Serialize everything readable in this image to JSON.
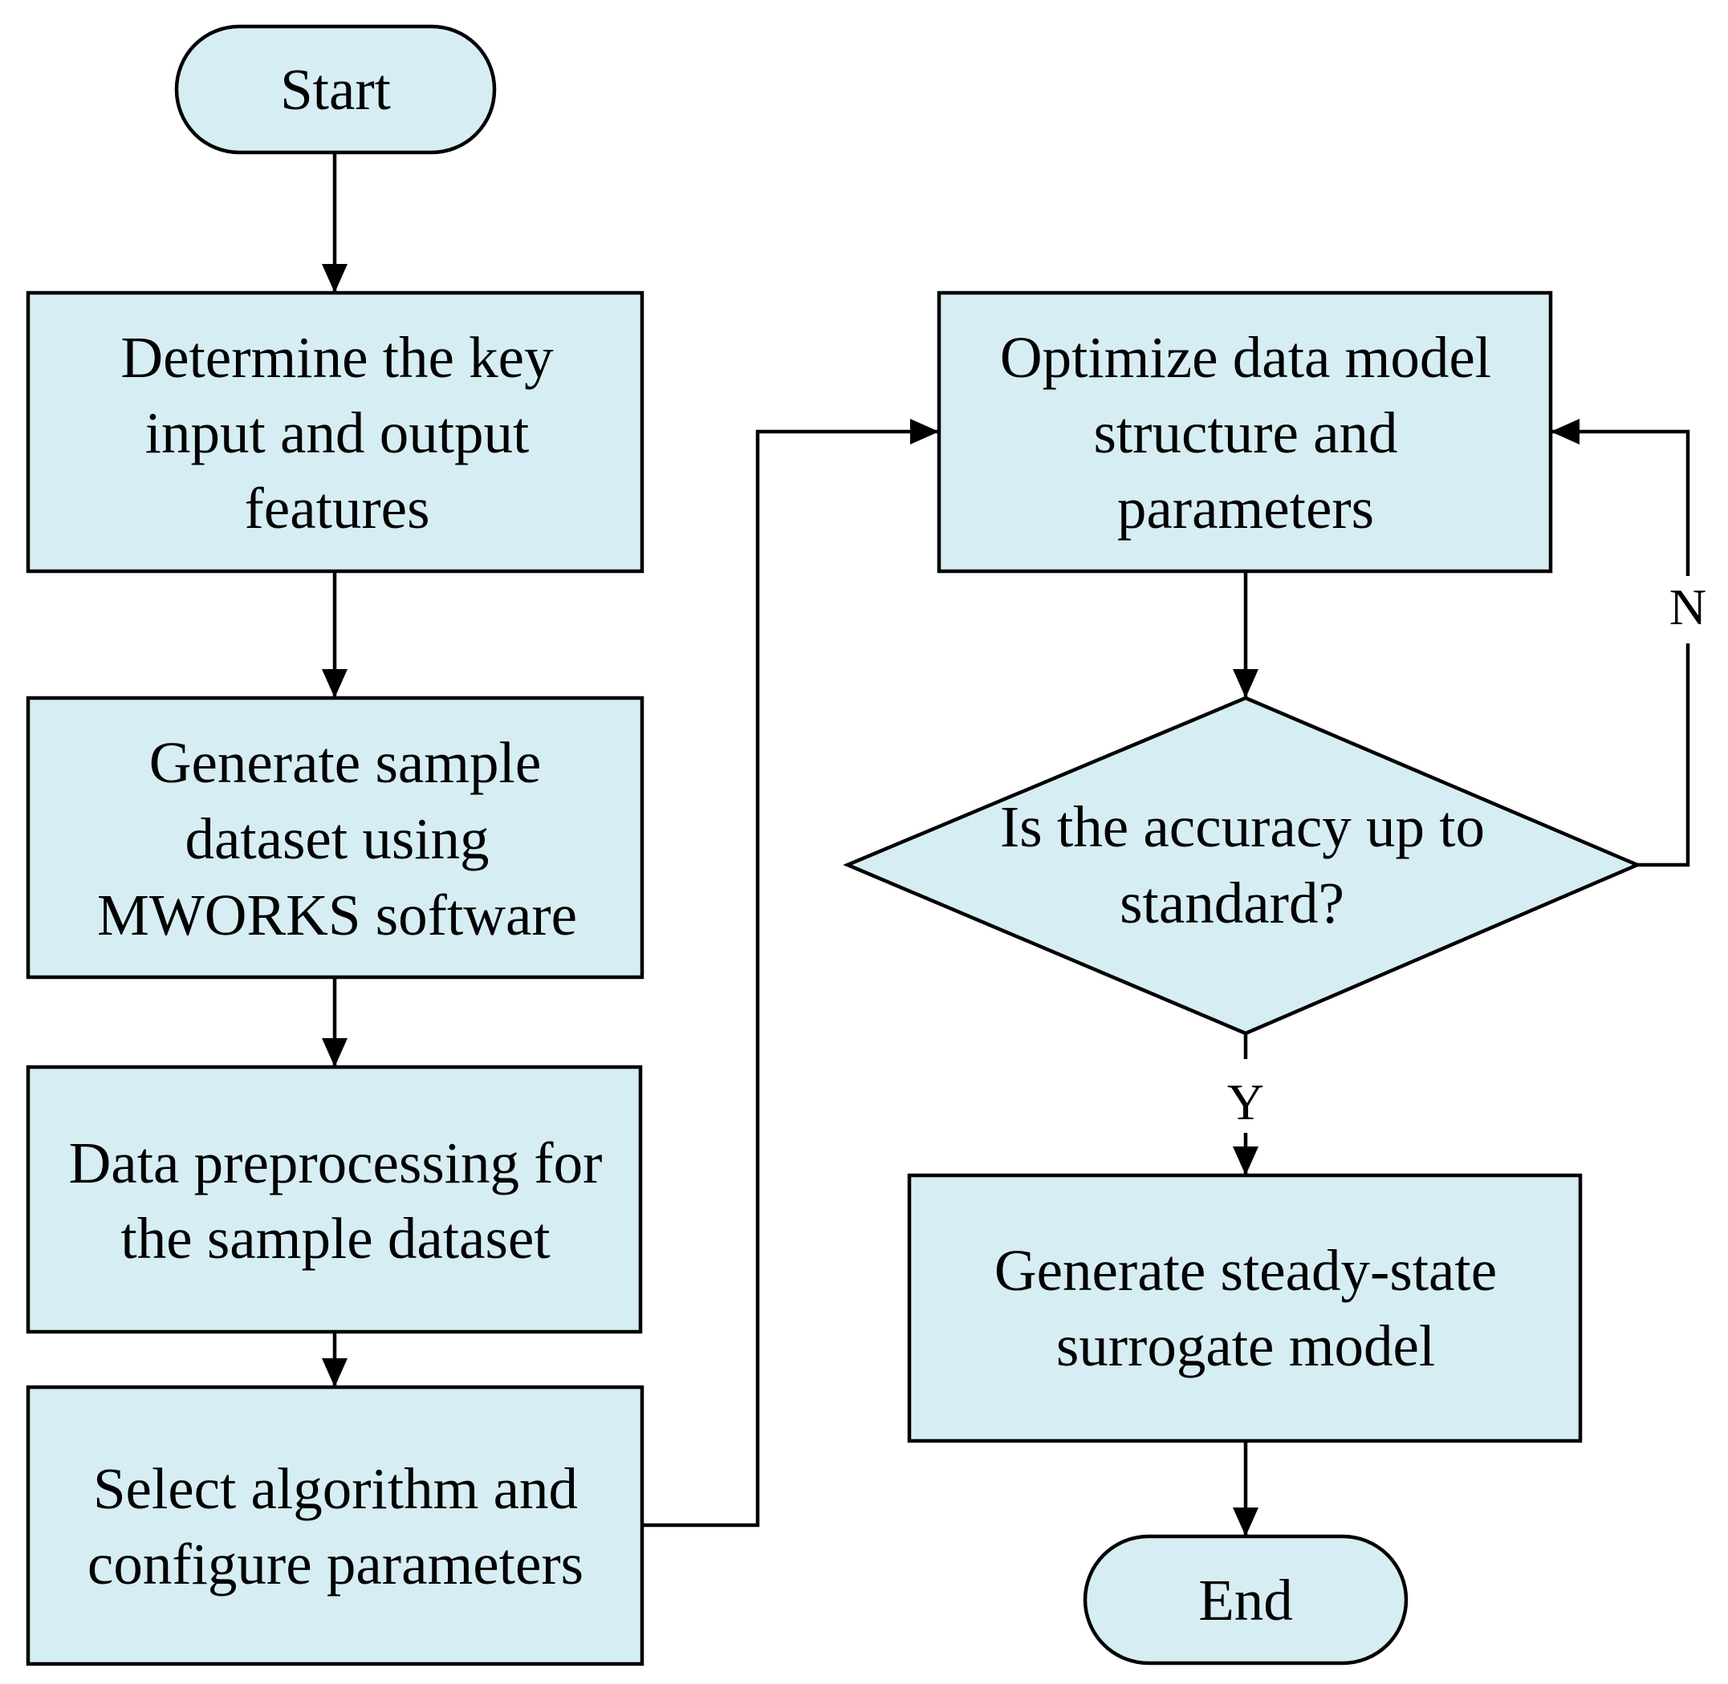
{
  "colors": {
    "node_fill": "#d6eef3",
    "stroke": "#000000",
    "text": "#000000",
    "background": "#ffffff"
  },
  "nodes": {
    "start": {
      "shape": "terminal",
      "lines": [
        "Start"
      ]
    },
    "determine": {
      "shape": "process",
      "lines": [
        "Determine the key",
        "input and output",
        "features"
      ]
    },
    "generate_sample": {
      "shape": "process",
      "lines": [
        "Generate sample",
        "dataset using",
        "MWORKS software"
      ]
    },
    "preprocess": {
      "shape": "process",
      "lines": [
        "Data preprocessing for",
        "the sample dataset"
      ]
    },
    "select": {
      "shape": "process",
      "lines": [
        "Select algorithm and",
        "configure parameters"
      ]
    },
    "optimize": {
      "shape": "process",
      "lines": [
        "Optimize data model",
        "structure and",
        "parameters"
      ]
    },
    "decision": {
      "shape": "decision",
      "lines": [
        "Is the accuracy up to",
        "standard?"
      ]
    },
    "generate_model": {
      "shape": "process",
      "lines": [
        "Generate steady-state",
        "surrogate model"
      ]
    },
    "end": {
      "shape": "terminal",
      "lines": [
        "End"
      ]
    }
  },
  "edges": [
    {
      "from": "start",
      "to": "determine",
      "label": ""
    },
    {
      "from": "determine",
      "to": "generate_sample",
      "label": ""
    },
    {
      "from": "generate_sample",
      "to": "preprocess",
      "label": ""
    },
    {
      "from": "preprocess",
      "to": "select",
      "label": ""
    },
    {
      "from": "select",
      "to": "optimize",
      "label": ""
    },
    {
      "from": "optimize",
      "to": "decision",
      "label": ""
    },
    {
      "from": "decision",
      "to": "optimize",
      "label": "N"
    },
    {
      "from": "decision",
      "to": "generate_model",
      "label": "Y"
    },
    {
      "from": "generate_model",
      "to": "end",
      "label": ""
    }
  ]
}
